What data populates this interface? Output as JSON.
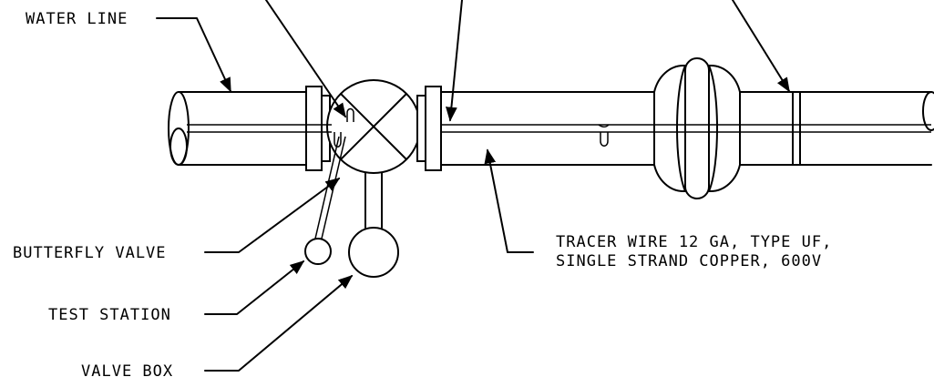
{
  "labels": {
    "water_line": "WATER LINE",
    "butterfly_valve": "BUTTERFLY VALVE",
    "test_station": "TEST STATION",
    "valve_box": "VALVE BOX",
    "tracer_wire_line1": "TRACER WIRE 12 GA, TYPE UF,",
    "tracer_wire_line2": "SINGLE STRAND COPPER, 600V"
  }
}
